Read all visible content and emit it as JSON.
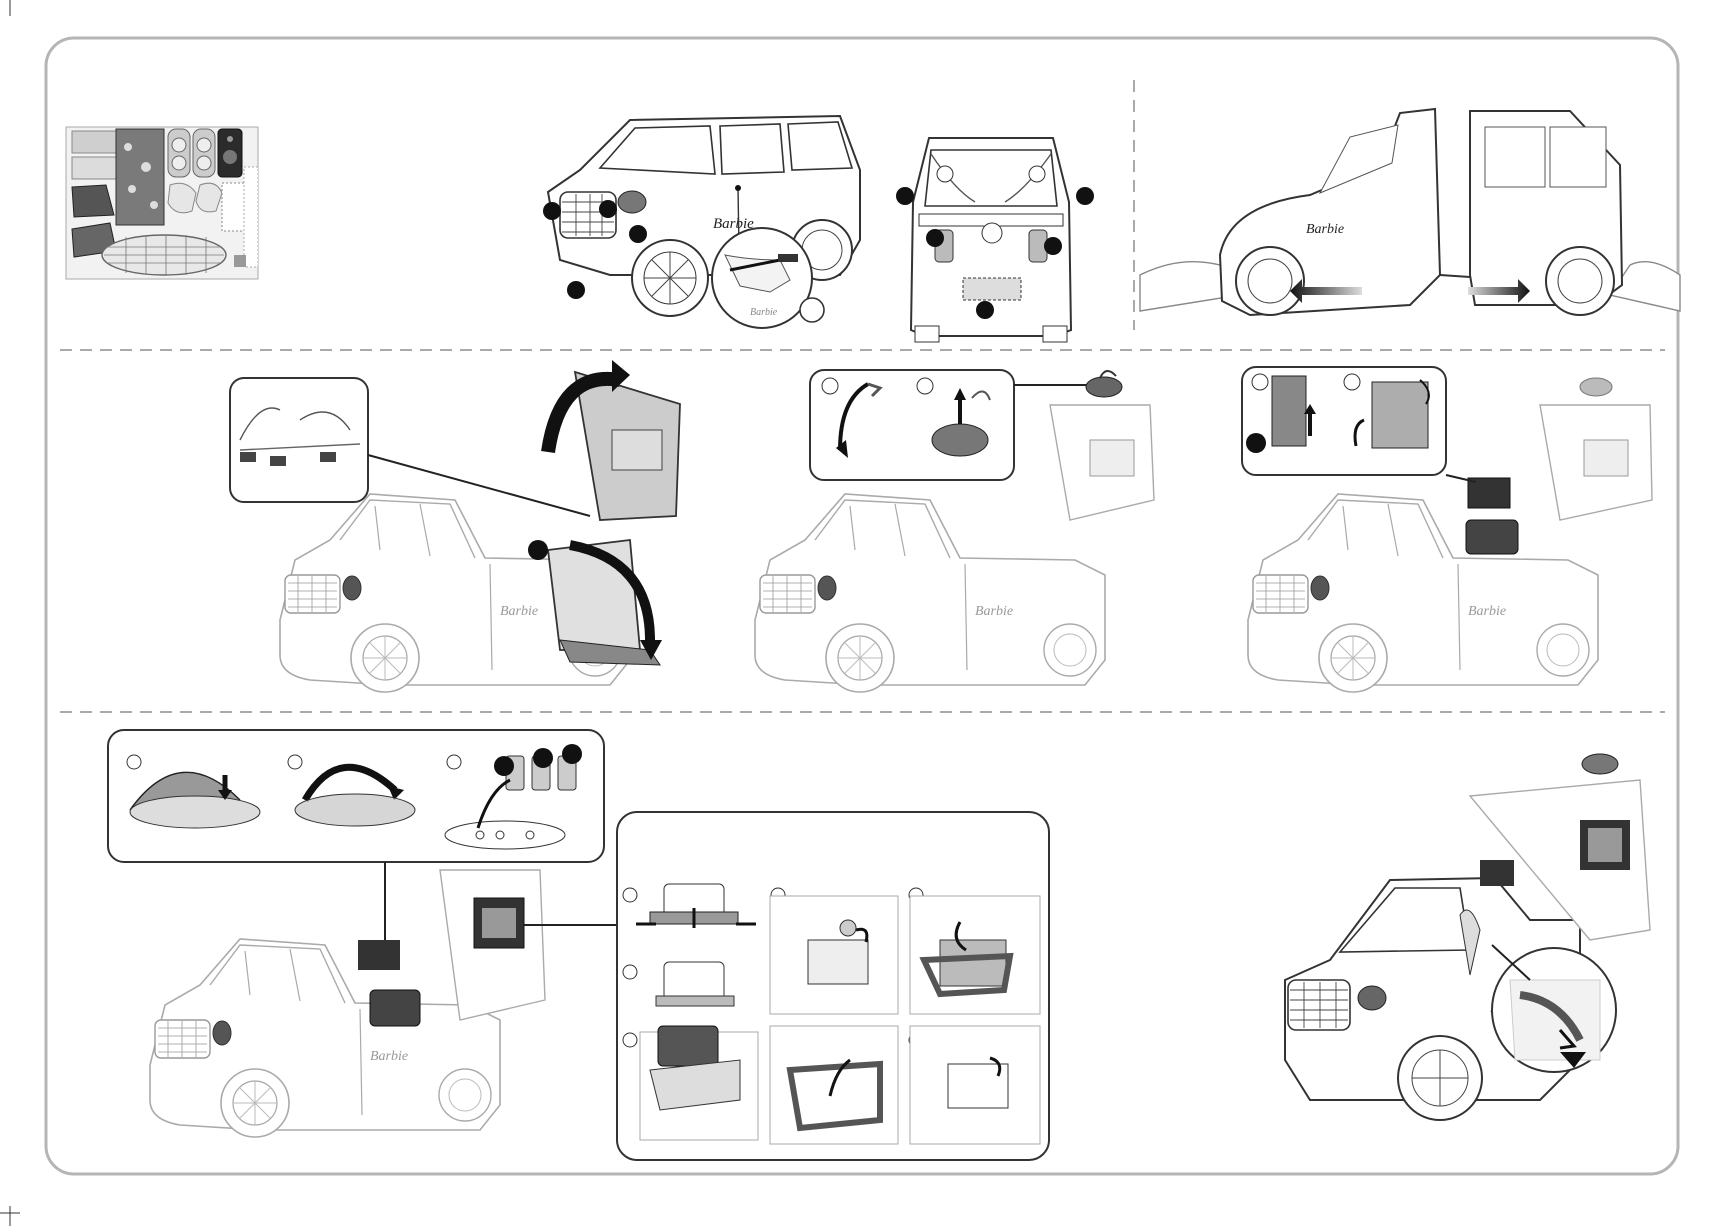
{
  "sheet": {
    "brand_logo_text": "Barbie",
    "colors": {
      "frame": "#b5b5b5",
      "line": "#3a3a3a",
      "faint": "#b0b0b0",
      "dot": "#111111",
      "ink": "#222222"
    }
  },
  "panels": {
    "stickers": {
      "icon": "sticker-sheet"
    },
    "front_stickers": {
      "icon": "car-front-three-quarter"
    },
    "rear_stickers": {
      "icon": "car-rear"
    },
    "extend": {
      "icon": "car-extend-arrows"
    },
    "open_camper": {
      "icon": "camper-open-roof-ramp"
    },
    "shower": {
      "icon": "shower-head"
    },
    "vanity": {
      "icon": "vanity-mirror"
    },
    "sink": {
      "icon": "sink-cups"
    },
    "tv_phone": {
      "icon": "phone-tv-screen"
    },
    "seatbelt": {
      "icon": "seatbelt-doll"
    }
  }
}
